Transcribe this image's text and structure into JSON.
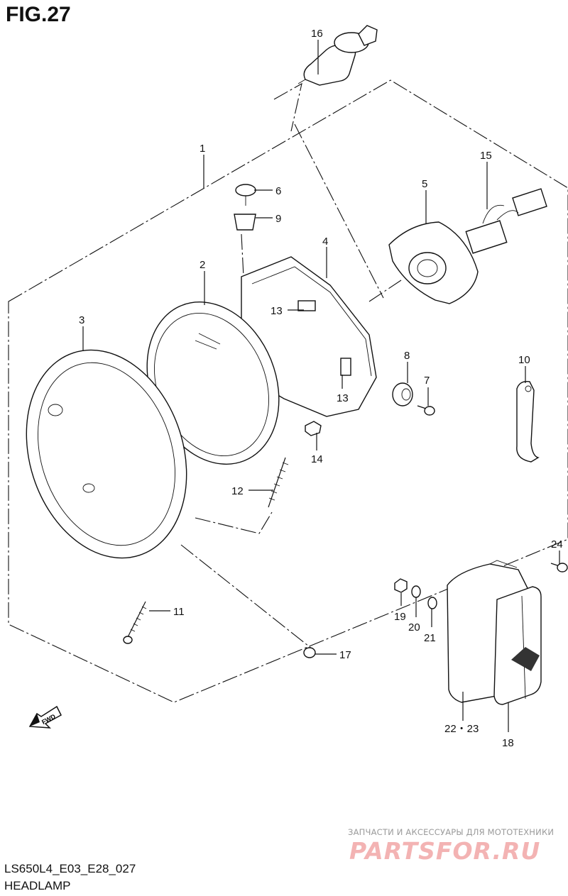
{
  "figure": {
    "title": "FIG.27",
    "model_code": "LS650L4_E03_E28_027",
    "section_name": "HEADLAMP"
  },
  "callouts": [
    {
      "id": "c1",
      "label": "1"
    },
    {
      "id": "c2",
      "label": "2"
    },
    {
      "id": "c3",
      "label": "3"
    },
    {
      "id": "c4",
      "label": "4"
    },
    {
      "id": "c5",
      "label": "5"
    },
    {
      "id": "c6",
      "label": "6"
    },
    {
      "id": "c7",
      "label": "7"
    },
    {
      "id": "c8",
      "label": "8"
    },
    {
      "id": "c9",
      "label": "9"
    },
    {
      "id": "c10",
      "label": "10"
    },
    {
      "id": "c11",
      "label": "11"
    },
    {
      "id": "c12",
      "label": "12"
    },
    {
      "id": "c13a",
      "label": "13"
    },
    {
      "id": "c13b",
      "label": "13"
    },
    {
      "id": "c14",
      "label": "14"
    },
    {
      "id": "c15",
      "label": "15"
    },
    {
      "id": "c16",
      "label": "16"
    },
    {
      "id": "c17",
      "label": "17"
    },
    {
      "id": "c18",
      "label": "18"
    },
    {
      "id": "c19",
      "label": "19"
    },
    {
      "id": "c20",
      "label": "20"
    },
    {
      "id": "c21",
      "label": "21"
    },
    {
      "id": "c22",
      "label": "22・23"
    },
    {
      "id": "c24",
      "label": "24"
    }
  ],
  "direction_marker": {
    "label": "FWD"
  },
  "watermark": {
    "tagline": "ЗАПЧАСТИ И АКСЕССУАРЫ ДЛЯ МОТОТЕХНИКИ",
    "brand": "PARTSFOR.RU"
  }
}
